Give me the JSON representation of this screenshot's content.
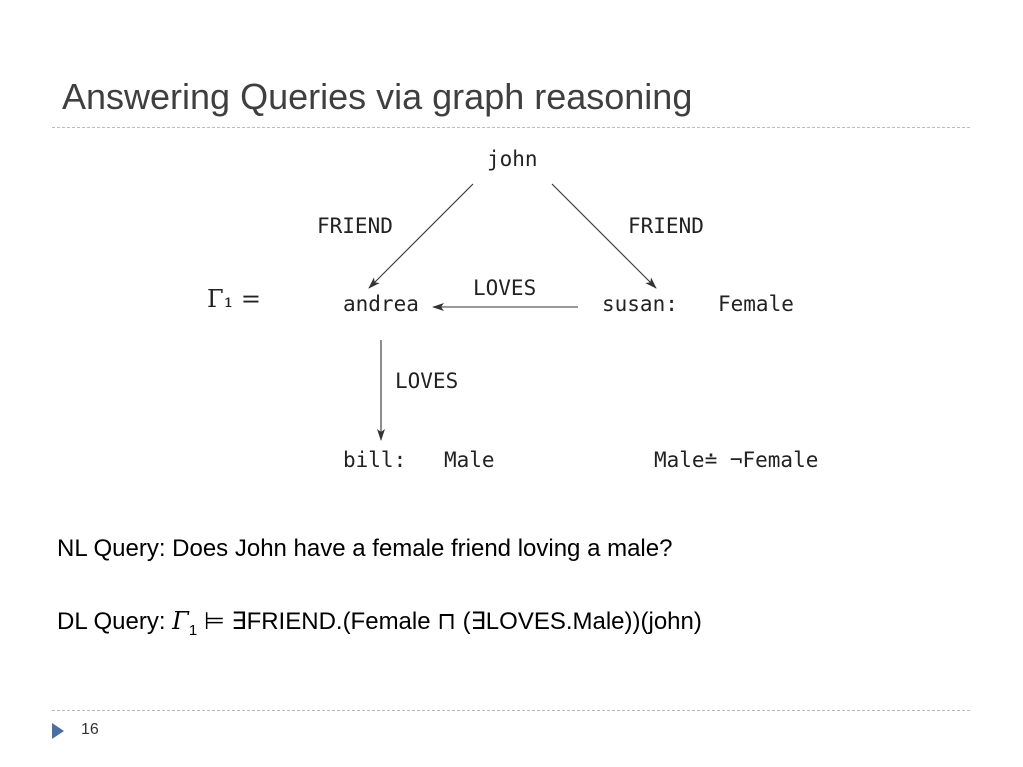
{
  "title": "Answering Queries via graph reasoning",
  "diagram": {
    "gamma_label": "Γ₁ =",
    "nodes": {
      "john": "john",
      "andrea": "andrea",
      "susan": "susan:",
      "susan_type": "Female",
      "bill": "bill:",
      "bill_type": "Male"
    },
    "edges": {
      "john_andrea": "FRIEND",
      "john_susan": "FRIEND",
      "susan_andrea": "LOVES",
      "andrea_bill": "LOVES"
    },
    "axiom": "Male≐ ¬Female"
  },
  "queries": {
    "nl": "NL Query: Does John have a female friend loving a male?",
    "dl_prefix": "DL Query: ",
    "dl_gamma": "Γ",
    "dl_gamma_sub": "1",
    "dl_body": " ⊨ ∃FRIEND.(Female ⊓ (∃LOVES.Male))(john)"
  },
  "footer": {
    "page_number": "16"
  }
}
